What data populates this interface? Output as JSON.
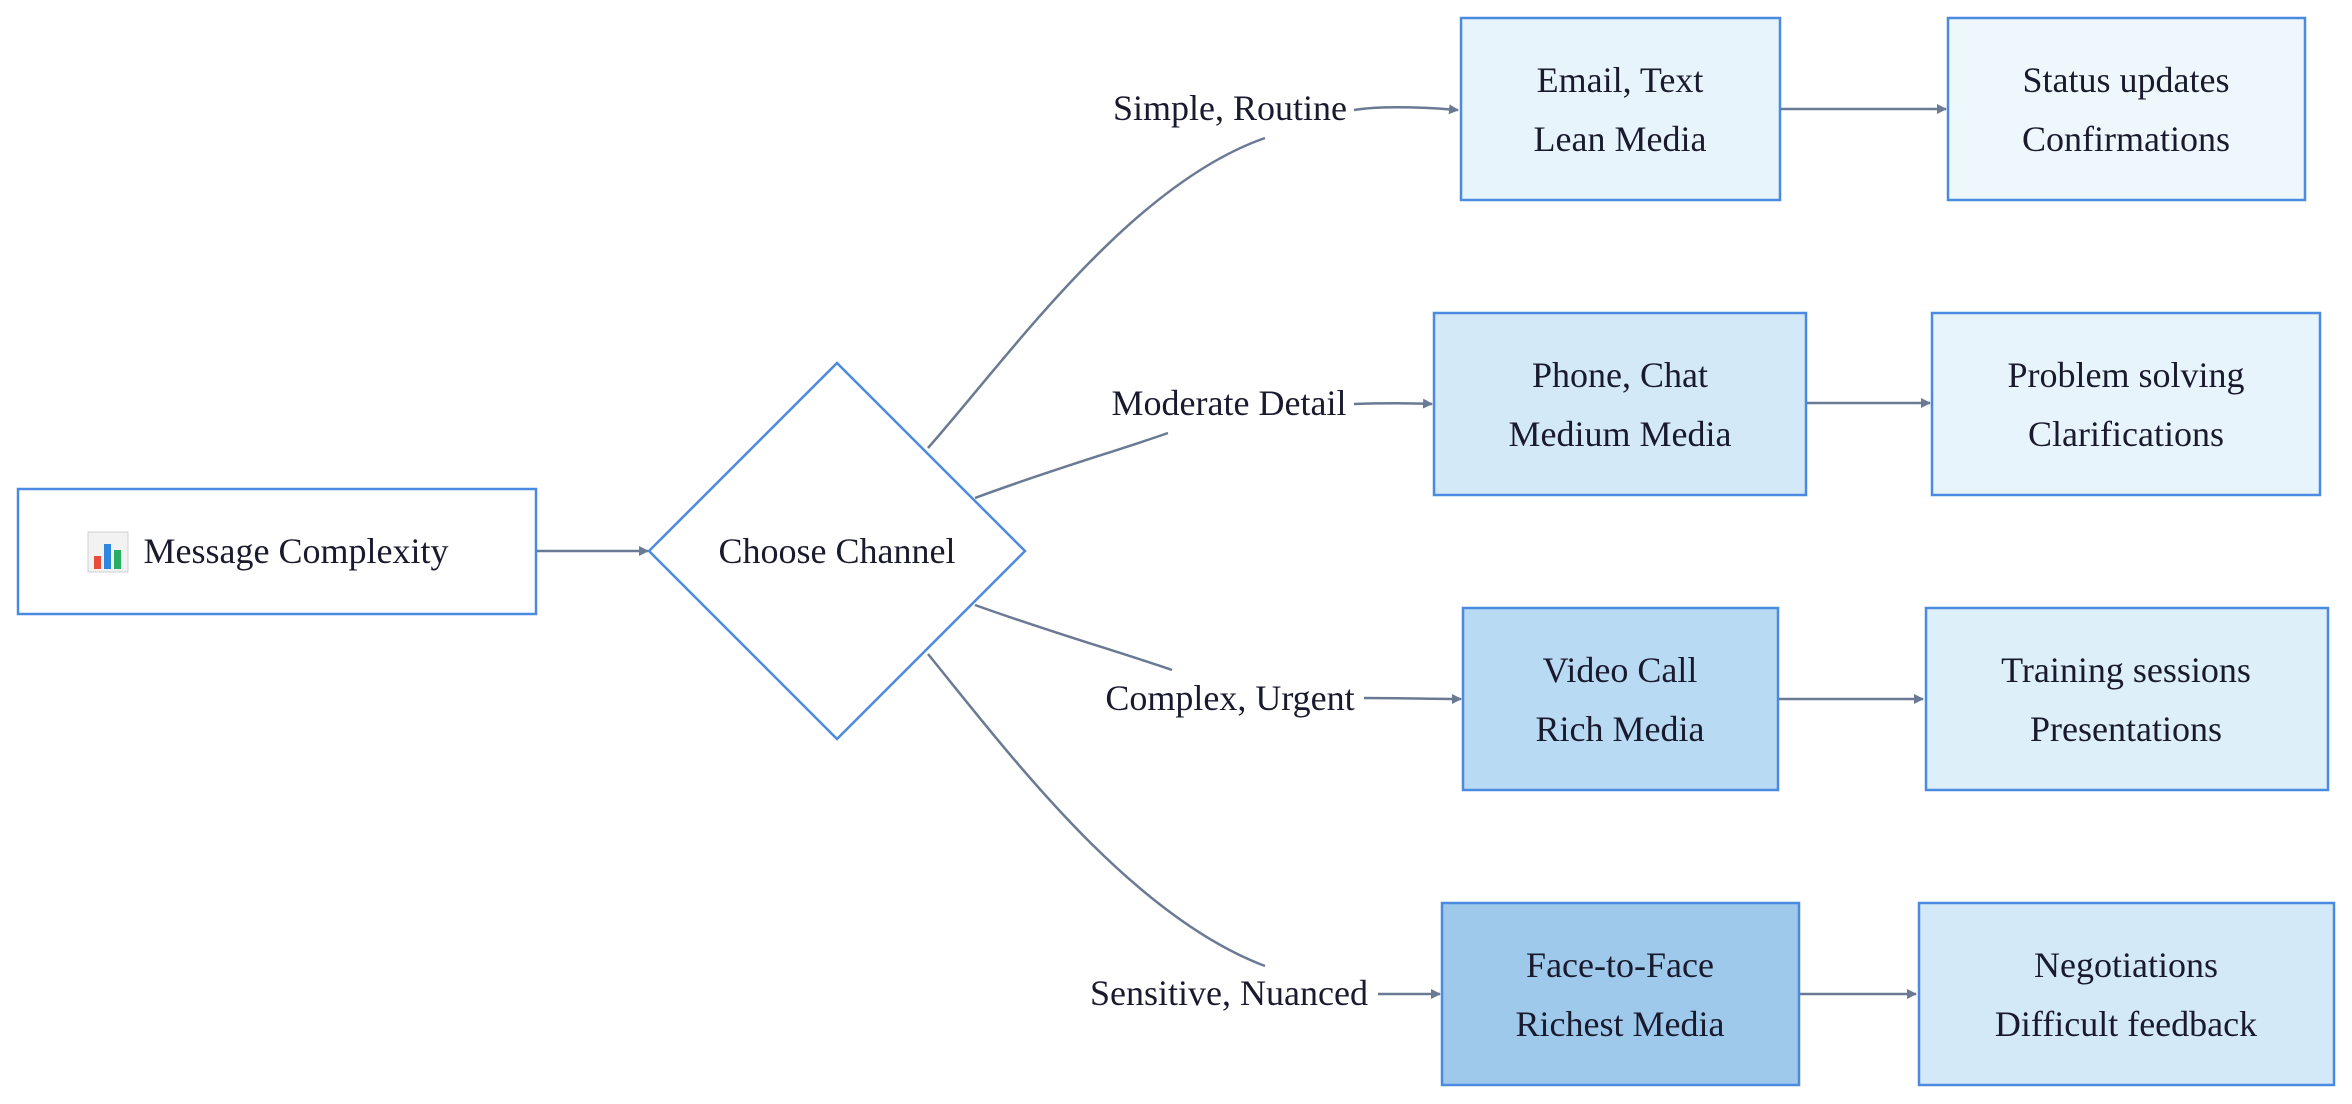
{
  "source": {
    "icon": "bar-chart-icon",
    "label": "Message Complexity"
  },
  "decision": {
    "label": "Choose Channel"
  },
  "branches": [
    {
      "edge_label": "Simple, Routine",
      "channel_lines": [
        "Email, Text",
        "Lean Media"
      ],
      "use_lines": [
        "Status updates",
        "Confirmations"
      ],
      "channel_fill": "#e8f4fb",
      "use_fill": "#eef7fc"
    },
    {
      "edge_label": "Moderate Detail",
      "channel_lines": [
        "Phone, Chat",
        "Medium Media"
      ],
      "use_lines": [
        "Problem solving",
        "Clarifications"
      ],
      "channel_fill": "#d3e9f7",
      "use_fill": "#e8f4fb"
    },
    {
      "edge_label": "Complex, Urgent",
      "channel_lines": [
        "Video Call",
        "Rich Media"
      ],
      "use_lines": [
        "Training sessions",
        "Presentations"
      ],
      "channel_fill": "#b9daf3",
      "use_fill": "#ddeff8"
    },
    {
      "edge_label": "Sensitive, Nuanced",
      "channel_lines": [
        "Face-to-Face",
        "Richest Media"
      ],
      "use_lines": [
        "Negotiations",
        "Difficult feedback"
      ],
      "channel_fill": "#9ec9eb",
      "use_fill": "#d3e9f7"
    }
  ],
  "colors": {
    "node_border": "#4a8ae0",
    "edge": "#6b7a94",
    "text": "#1a1a2e"
  }
}
